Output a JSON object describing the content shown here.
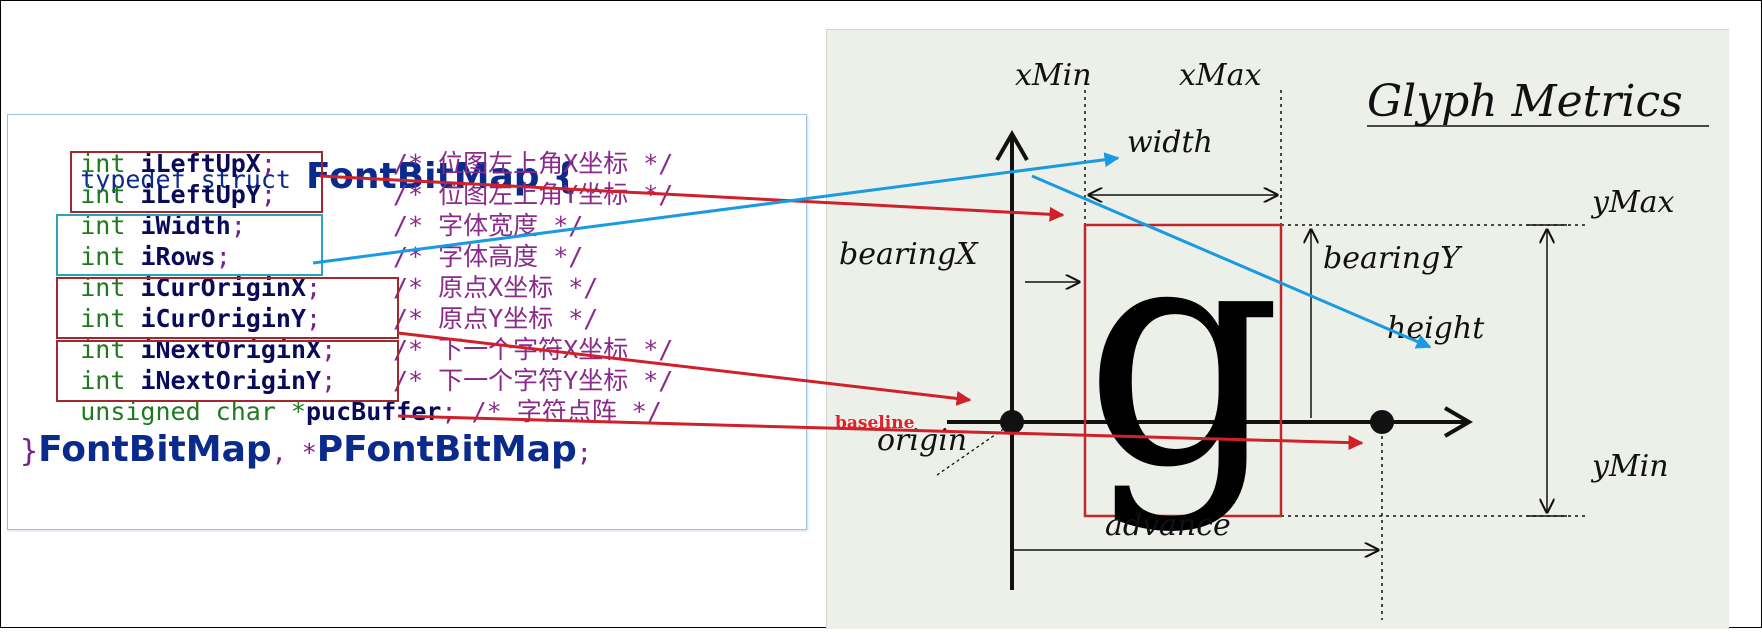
{
  "code": {
    "header": {
      "kw": "typedef struct ",
      "name": "FontBitMap",
      "brace": " {"
    },
    "fields": [
      {
        "type": "int",
        "name": "iLeftUpX",
        "semi": ";",
        "comment": "/* 位图左上角X坐标 */"
      },
      {
        "type": "int",
        "name": "iLeftUpY",
        "semi": ";",
        "comment": "/* 位图左上角Y坐标 */"
      },
      {
        "type": "int",
        "name": "iWidth",
        "semi": ";",
        "comment": "/* 字体宽度 */"
      },
      {
        "type": "int",
        "name": "iRows",
        "semi": ";",
        "comment": "/* 字体高度 */"
      },
      {
        "type": "int",
        "name": "iCurOriginX",
        "semi": ";",
        "comment": "/* 原点X坐标 */"
      },
      {
        "type": "int",
        "name": "iCurOriginY",
        "semi": ";",
        "comment": "/* 原点Y坐标 */"
      },
      {
        "type": "int",
        "name": "iNextOriginX",
        "semi": ";",
        "comment": "/* 下一个字符X坐标 */"
      },
      {
        "type": "int",
        "name": "iNextOriginY",
        "semi": ";",
        "comment": "/* 下一个字符Y坐标 */"
      },
      {
        "type": "unsigned char *",
        "name": "pucBuffer",
        "semi": ";",
        "comment": "/* 字符点阵 */"
      }
    ],
    "footer": {
      "brace": "}",
      "name1": "FontBitMap",
      "sep": ", *",
      "name2": "PFontBitMap",
      "semi": ";"
    }
  },
  "figure": {
    "title": "Glyph Metrics",
    "glyph": "g",
    "labels": {
      "xmin": "xMin",
      "xmax": "xMax",
      "width": "width",
      "ymax": "yMax",
      "ymin": "yMin",
      "bearingx": "bearingX",
      "bearingy": "bearingY",
      "height": "height",
      "baseline": "baseline",
      "origin": "origin",
      "advance": "advance"
    }
  },
  "colors": {
    "red": "#d0202a",
    "blue": "#1a9ae0",
    "box_red": "#a0292f",
    "box_teal": "#2aa4b8"
  }
}
